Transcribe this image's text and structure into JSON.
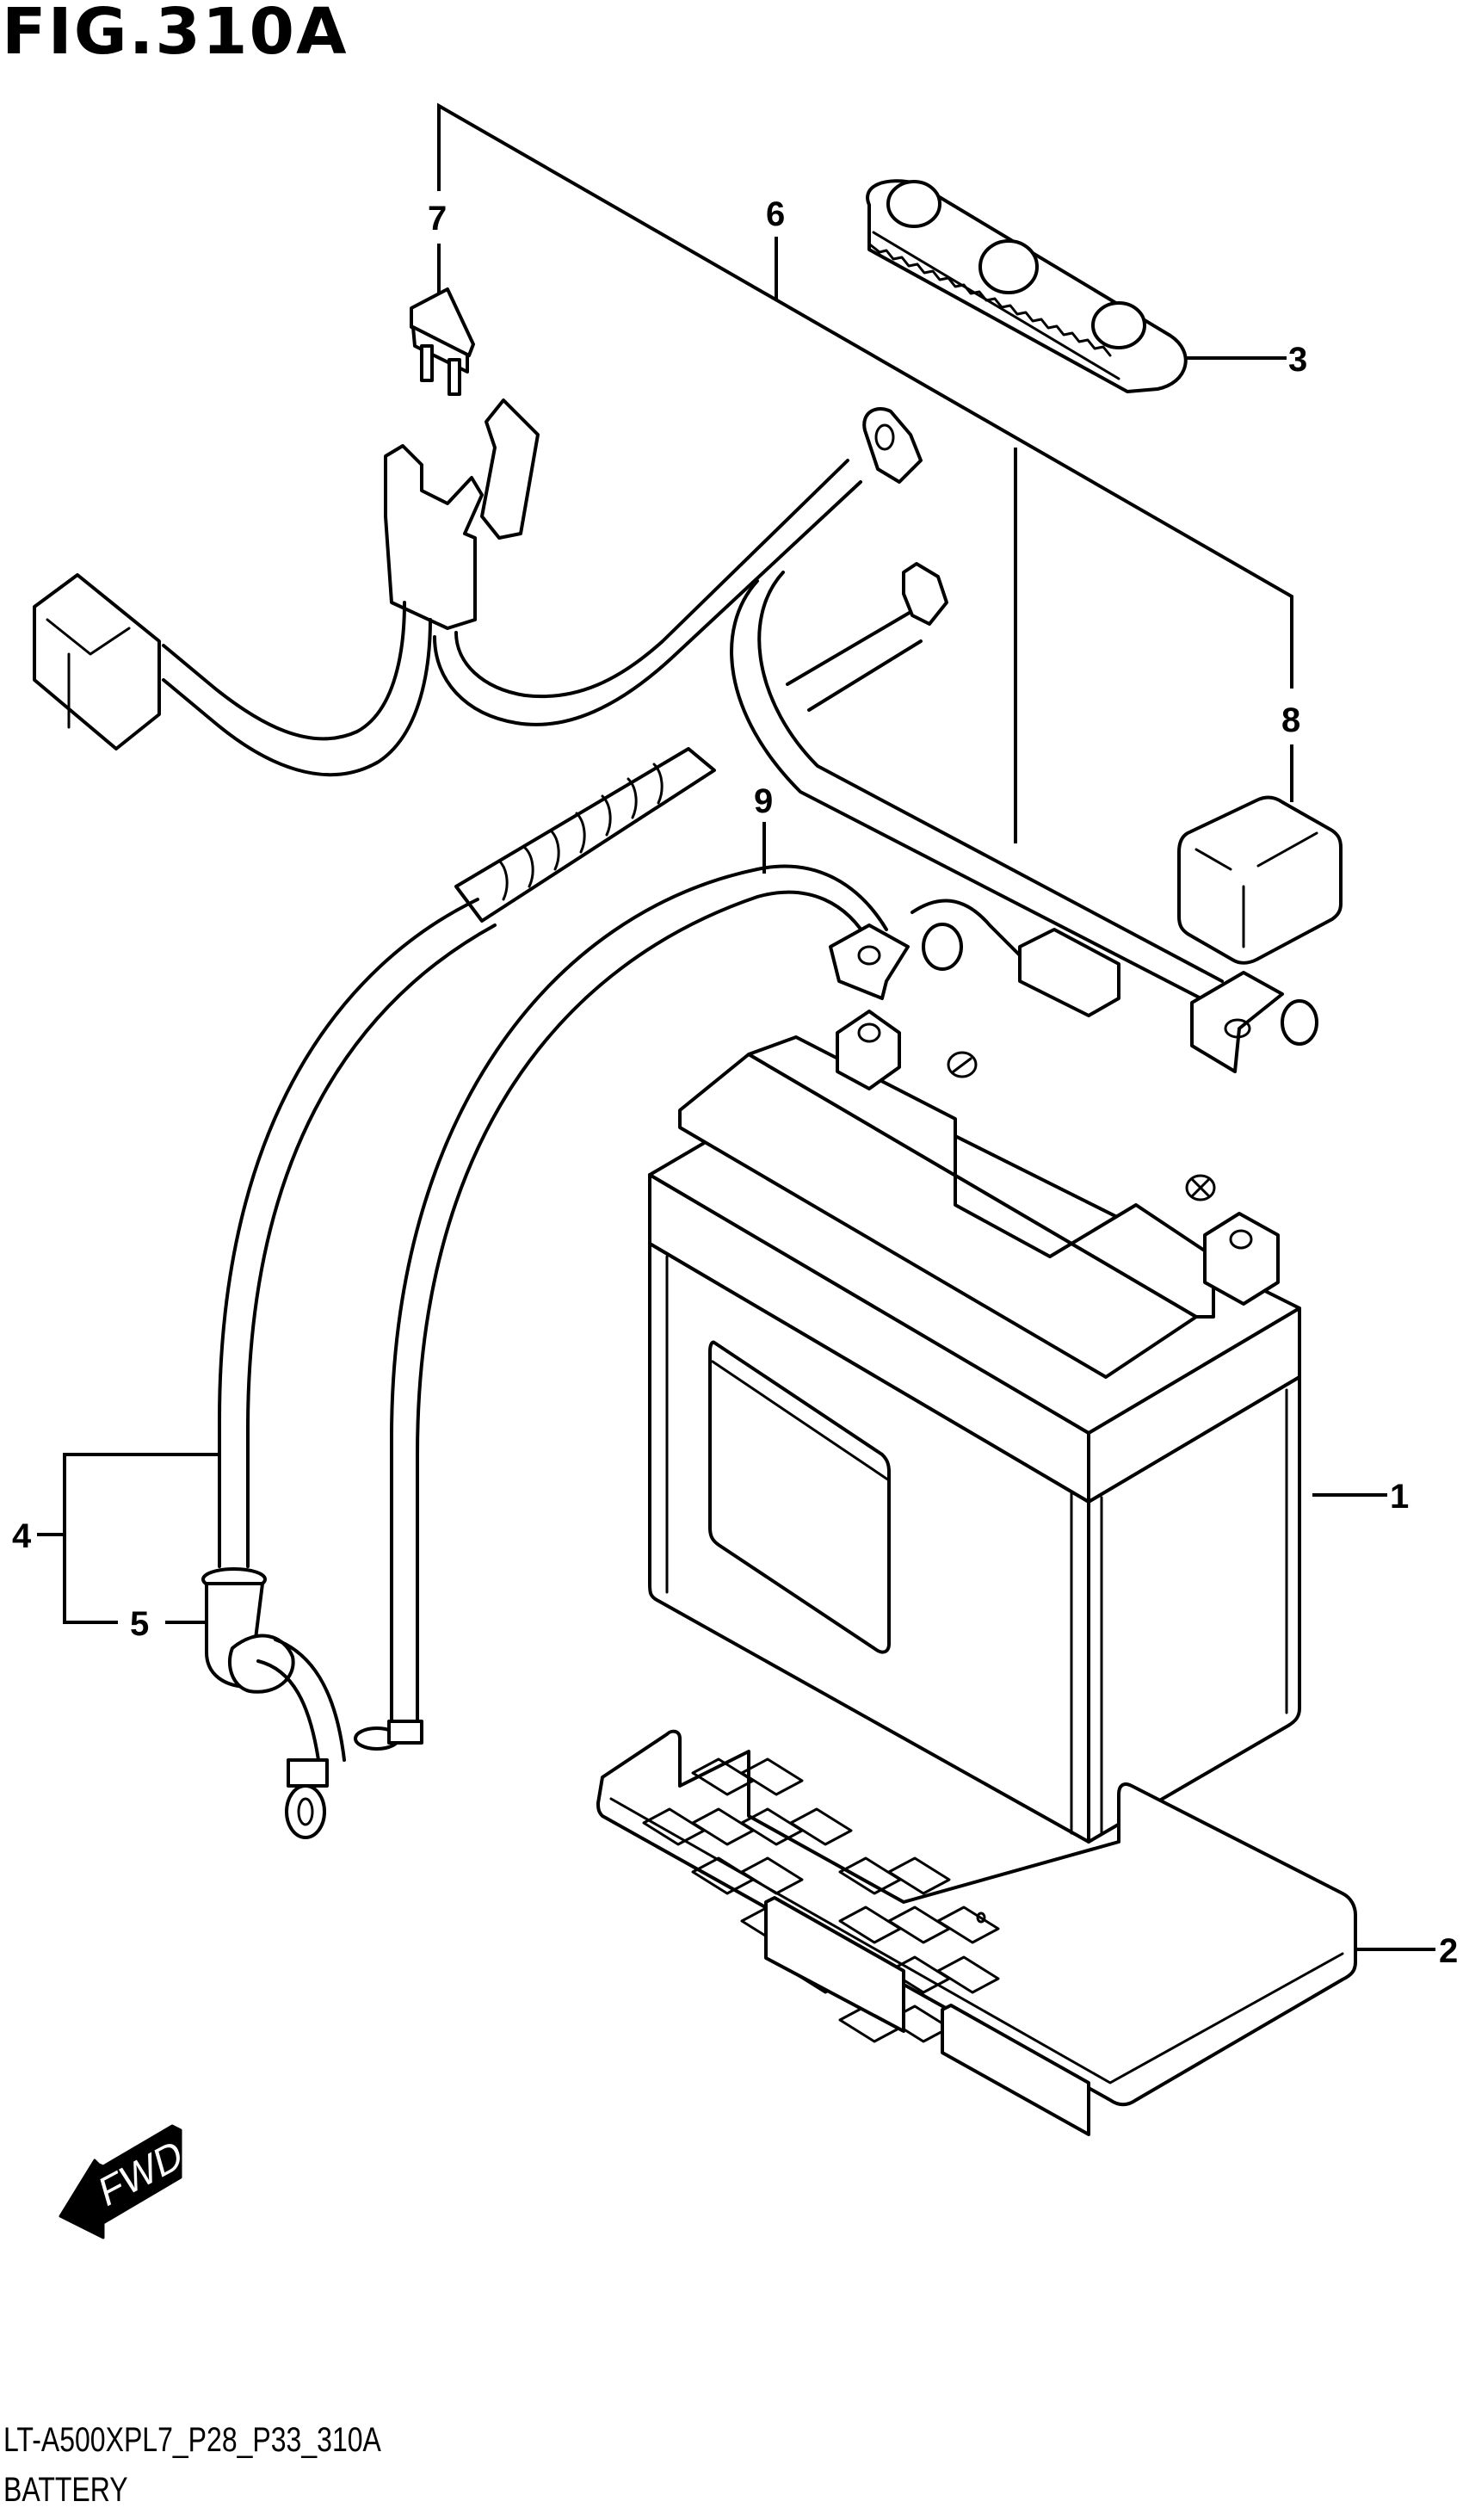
{
  "figure": {
    "title": "FIG.310A",
    "model_code": "LT-A500XPL7_P28_P33_310A",
    "section_name": "BATTERY"
  },
  "callouts": [
    {
      "ref": "1",
      "part": "battery"
    },
    {
      "ref": "2",
      "part": "battery-tray"
    },
    {
      "ref": "3",
      "part": "battery-cap-strip"
    },
    {
      "ref": "4",
      "part": "negative-cable"
    },
    {
      "ref": "5",
      "part": "terminal-cover-boot"
    },
    {
      "ref": "6",
      "part": "positive-cable-harness"
    },
    {
      "ref": "7",
      "part": "fuse"
    },
    {
      "ref": "8",
      "part": "terminal-cover"
    },
    {
      "ref": "9",
      "part": "ground-cable"
    }
  ],
  "direction_indicator": {
    "label": "FWD",
    "icon": "arrow-left-down-icon"
  },
  "colors": {
    "ink": "#000000",
    "paper": "#ffffff"
  }
}
